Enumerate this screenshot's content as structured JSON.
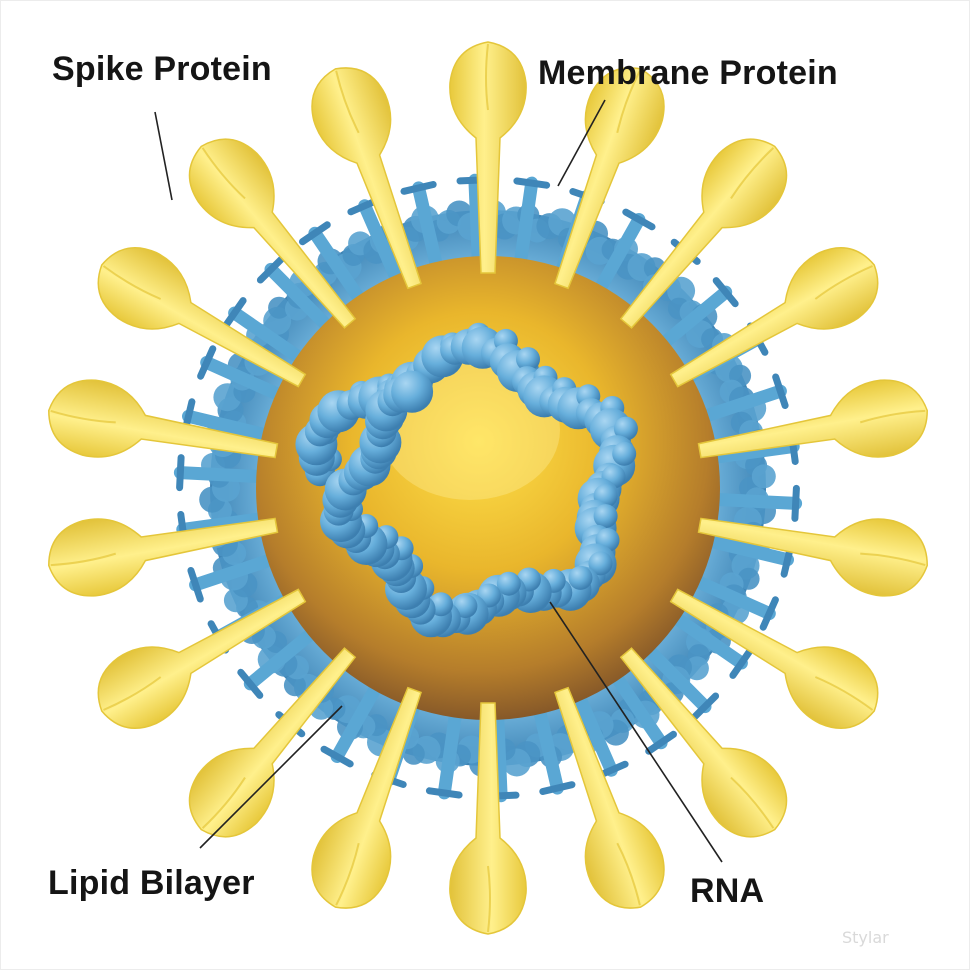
{
  "diagram": {
    "labels": {
      "spike": "Spike Protein",
      "membrane": "Membrane Protein",
      "lipid": "Lipid Bilayer",
      "rna": "RNA"
    },
    "watermark": "Stylar",
    "colors": {
      "spike": "#f7e26b",
      "spike_shade": "#e4c63a",
      "core": "#e8b32c",
      "core_dark": "#8a5a2a",
      "membrane": "#5aa7d4",
      "membrane_dark": "#3f86b8",
      "rna": "#6fb1dc",
      "leader_line": "#222222"
    }
  }
}
